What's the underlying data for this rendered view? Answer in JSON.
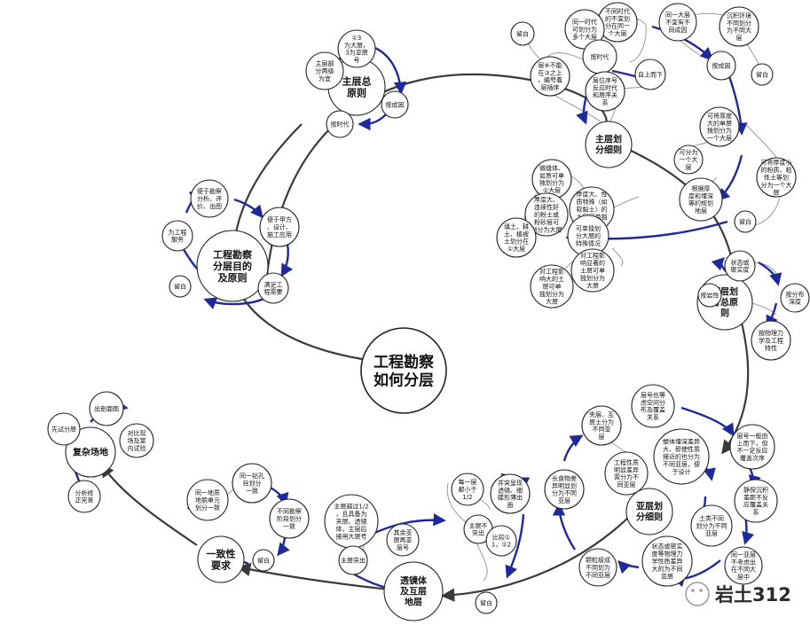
{
  "center": {
    "lines": [
      "工程勘察",
      "如何分层"
    ]
  },
  "hubs": [
    {
      "id": "h1",
      "lines": [
        "主层总",
        "原则"
      ]
    },
    {
      "id": "h2",
      "lines": [
        "主层划",
        "分细则"
      ]
    },
    {
      "id": "h3",
      "lines": [
        "工程勘察",
        "分层目的",
        "及原则"
      ]
    },
    {
      "id": "h4",
      "lines": [
        "亚层划",
        "分总原",
        "则"
      ]
    },
    {
      "id": "h5",
      "lines": [
        "亚层划",
        "分细则"
      ]
    },
    {
      "id": "h6",
      "lines": [
        "透镜体",
        "及互层",
        "地层"
      ]
    },
    {
      "id": "h7",
      "lines": [
        "一致性",
        "要求"
      ]
    },
    {
      "id": "h8",
      "lines": [
        "复杂场地"
      ]
    }
  ],
  "nodes": [
    {
      "id": "n1",
      "lines": [
        "①3",
        "为大层，",
        "3为亚层",
        "号"
      ]
    },
    {
      "id": "n2",
      "lines": [
        "主层部",
        "分两级",
        "为宜"
      ]
    },
    {
      "id": "n3",
      "lines": [
        "按成因"
      ]
    },
    {
      "id": "n4",
      "lines": [
        "按时代"
      ]
    },
    {
      "id": "n5",
      "lines": [
        "不同时代",
        "的不宜划",
        "分在同一",
        "个大层"
      ]
    },
    {
      "id": "n6",
      "lines": [
        "同一时代",
        "可划分为",
        "多个大层"
      ]
    },
    {
      "id": "n7",
      "lines": [
        "按时代"
      ]
    },
    {
      "id": "n8",
      "lines": [
        "留白"
      ]
    },
    {
      "id": "n9",
      "lines": [
        "层⑧不能",
        "在③之上",
        "，编号着",
        "层插序"
      ]
    },
    {
      "id": "n10",
      "lines": [
        "层位序号",
        "反应时代",
        "和层序关",
        "系"
      ]
    },
    {
      "id": "n11",
      "lines": [
        "自上而下"
      ]
    },
    {
      "id": "n12",
      "lines": [
        "同一大层",
        "不宜有不",
        "同成因"
      ]
    },
    {
      "id": "n13",
      "lines": [
        "沉积环境",
        "不同划分",
        "为不同大",
        "层"
      ]
    },
    {
      "id": "n14",
      "lines": [
        "按成因"
      ]
    },
    {
      "id": "n15",
      "lines": [
        "留白"
      ]
    },
    {
      "id": "n16",
      "lines": [
        "可将厚度",
        "大的单层",
        "独划分为",
        "一个大层"
      ]
    },
    {
      "id": "n17",
      "lines": [
        "可分为",
        "一个大",
        "层"
      ]
    },
    {
      "id": "n18",
      "lines": [
        "可将厚度小",
        "的粉质、粘",
        "性土等划",
        "分为一个大",
        "层"
      ]
    },
    {
      "id": "n19",
      "lines": [
        "根据厚",
        "度和埋深",
        "等的规划",
        "地层"
      ]
    },
    {
      "id": "n20",
      "lines": [
        "留白"
      ]
    },
    {
      "id": "n21",
      "lines": [
        "微缝体、",
        "岩质可单",
        "独划分为",
        "①大层"
      ]
    },
    {
      "id": "n22",
      "lines": [
        "厚度大、",
        "连续性好",
        "的粉土或",
        "粉砂层可",
        "划分为大层"
      ]
    },
    {
      "id": "n23",
      "lines": [
        "厚度大、性",
        "质特殊（如",
        "软黏土）的",
        "土层可单独",
        "划为大层"
      ]
    },
    {
      "id": "n24",
      "lines": [
        "可单独划",
        "分大层的",
        "特殊情况"
      ]
    },
    {
      "id": "n25",
      "lines": [
        "填土、耕",
        "土、植被",
        "土划分在",
        "①大层"
      ]
    },
    {
      "id": "n26",
      "lines": [
        "对工程影",
        "响大的土",
        "层可单",
        "独划分为",
        "大层"
      ]
    },
    {
      "id": "n27",
      "lines": [
        "对工程影",
        "响显著的",
        "土层可单",
        "独划分为",
        "大层"
      ]
    },
    {
      "id": "n28",
      "lines": [
        "便于勘察",
        "分析、评",
        "价、出图"
      ]
    },
    {
      "id": "n29",
      "lines": [
        "便于甲方",
        "、设计、",
        "施工应用"
      ]
    },
    {
      "id": "n30",
      "lines": [
        "为工程",
        "服务"
      ]
    },
    {
      "id": "n31",
      "lines": [
        "满足工",
        "程需要"
      ]
    },
    {
      "id": "n32",
      "lines": [
        "留白"
      ]
    },
    {
      "id": "n33",
      "lines": [
        "状态或",
        "密实度"
      ]
    },
    {
      "id": "n34",
      "lines": [
        "按岩性"
      ]
    },
    {
      "id": "n35",
      "lines": [
        "按分布",
        "深度"
      ]
    },
    {
      "id": "n36",
      "lines": [
        "按物理力",
        "学及工程",
        "特性"
      ]
    },
    {
      "id": "n37",
      "lines": [
        "层号也等",
        "虑空间分",
        "布及覆盖",
        "关系"
      ]
    },
    {
      "id": "n38",
      "lines": [
        "夹层、互",
        "层土分为",
        "不同亚",
        "层"
      ]
    },
    {
      "id": "n39",
      "lines": [
        "塑体埋深差异",
        "大、即使性质",
        "接近的也分为",
        "不同亚层，便",
        "于设计"
      ]
    },
    {
      "id": "n40",
      "lines": [
        "工程性质",
        "明显差异",
        "需分为不",
        "同亚层"
      ]
    },
    {
      "id": "n41",
      "lines": [
        "层号一般由",
        "上而下，但",
        "不一定反应",
        "覆盖次序"
      ]
    },
    {
      "id": "n42",
      "lines": [
        "长食物差",
        "异明显划",
        "分为不同",
        "亚层"
      ]
    },
    {
      "id": "n43",
      "lines": [
        "静探沉积",
        "差距不反",
        "应覆盖关",
        "系"
      ]
    },
    {
      "id": "n44",
      "lines": [
        "土类不同",
        "划分为不同",
        "亚层"
      ]
    },
    {
      "id": "n45",
      "lines": [
        "颗粒级成",
        "不同划为",
        "不同亚层"
      ]
    },
    {
      "id": "n46",
      "lines": [
        "状态或密实",
        "度等物理力",
        "学性质差异",
        "大的为不同",
        "亚层"
      ]
    },
    {
      "id": "n47",
      "lines": [
        "同一亚层",
        "不考虑出",
        "在不同大",
        "层中"
      ]
    },
    {
      "id": "n48",
      "lines": [
        "每一层",
        "都小于",
        "1/2"
      ]
    },
    {
      "id": "n49",
      "lines": [
        "并突呈现",
        "透镜、细",
        "碟形薄出",
        "面"
      ]
    },
    {
      "id": "n50",
      "lines": [
        "主层不",
        "突出"
      ]
    },
    {
      "id": "n51",
      "lines": [
        "主层超过1/2",
        "，且具备为",
        "夹层、透镜",
        "体，主层后",
        "接用大层号"
      ]
    },
    {
      "id": "n52",
      "lines": [
        "其余亚",
        "层再亚",
        "层号"
      ]
    },
    {
      "id": "n53",
      "lines": [
        "主层突出"
      ]
    },
    {
      "id": "n54",
      "lines": [
        "比较①",
        "1，②2"
      ]
    },
    {
      "id": "n55",
      "lines": [
        "留白"
      ]
    },
    {
      "id": "n56",
      "lines": [
        "同一钻孔",
        "目划分",
        "一致"
      ]
    },
    {
      "id": "n57",
      "lines": [
        "同一地质",
        "地貌单元",
        "划分一致"
      ]
    },
    {
      "id": "n58",
      "lines": [
        "不同勘察",
        "阶段划分",
        "一致"
      ]
    },
    {
      "id": "n59",
      "lines": [
        "留白"
      ]
    },
    {
      "id": "n60",
      "lines": [
        "出剖面图"
      ]
    },
    {
      "id": "n61",
      "lines": [
        "先试分层"
      ]
    },
    {
      "id": "n62",
      "lines": [
        "对比现",
        "场及室",
        "内试验"
      ]
    },
    {
      "id": "n63",
      "lines": [
        "分析修",
        "正完善"
      ]
    }
  ],
  "watermark": {
    "text": "岩土312"
  },
  "colors": {
    "arrow_blue": "#1e2a9b",
    "spiral": "#3a3a3a",
    "link_grey": "#9a9a9a",
    "node_fill": "#ffffff",
    "node_stroke": "#222222"
  }
}
